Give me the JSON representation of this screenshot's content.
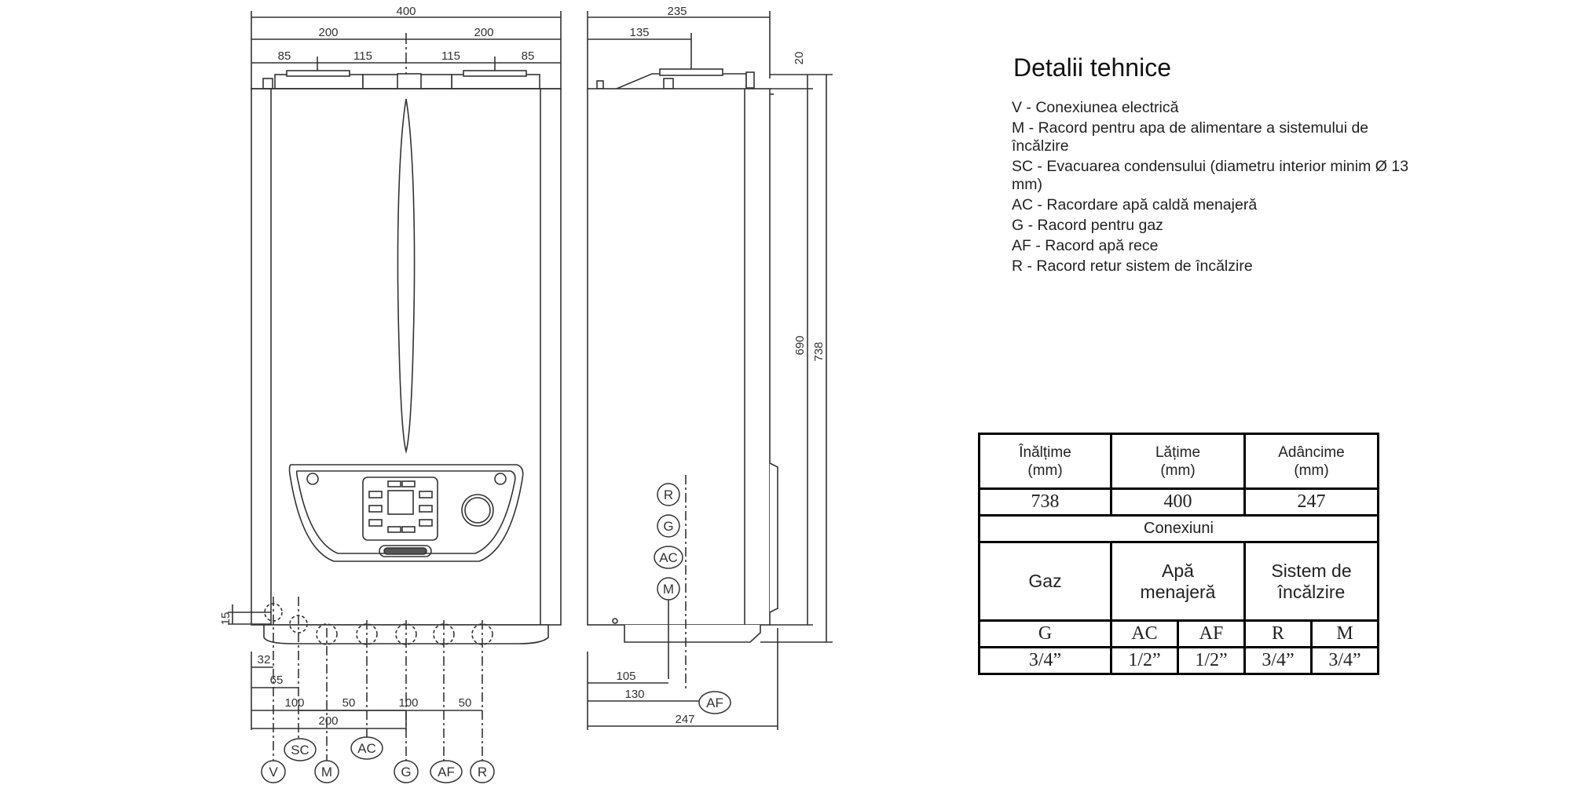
{
  "dims": {
    "total_width": "400",
    "half_left": "200",
    "half_right": "200",
    "off_left": "85",
    "mid_left": "115",
    "mid_right": "115",
    "off_right": "85",
    "side_depth_top": "235",
    "side_flue": "135",
    "top_gap": "20",
    "height_body": "690",
    "height_total": "738",
    "front_15": "15",
    "front_32": "32",
    "front_65": "65",
    "front_100a": "100",
    "front_50a": "50",
    "front_100b": "100",
    "front_50b": "50",
    "front_200": "200",
    "side_105": "105",
    "side_130": "130",
    "side_247": "247"
  },
  "connection_labels": {
    "v": "V",
    "sc": "SC",
    "m": "M",
    "ac": "AC",
    "g": "G",
    "af": "AF",
    "r": "R"
  },
  "panel": {
    "title": "Detalii tehnice",
    "legend": [
      "V - Conexiunea electrică",
      "M - Racord pentru apa de alimentare a sistemului de încălzire",
      "SC - Evacuarea condensului (diametru interior minim Ø 13 mm)",
      "AC - Racordare apă caldă menajeră",
      "G - Racord pentru gaz",
      "AF - Racord apă rece",
      "R - Racord retur sistem de încălzire"
    ]
  },
  "table": {
    "headers": [
      "Înălțime\n(mm)",
      "Lățime\n(mm)",
      "Adâncime\n(mm)"
    ],
    "values": [
      "738",
      "400",
      "247"
    ],
    "connections_label": "Conexiuni",
    "groups": [
      "Gaz",
      "Apă\nmenajeră",
      "Sistem de\nîncălzire"
    ],
    "codes": [
      "G",
      "AC",
      "AF",
      "R",
      "M"
    ],
    "sizes": [
      "3/4”",
      "1/2”",
      "1/2”",
      "3/4”",
      "3/4”"
    ]
  }
}
